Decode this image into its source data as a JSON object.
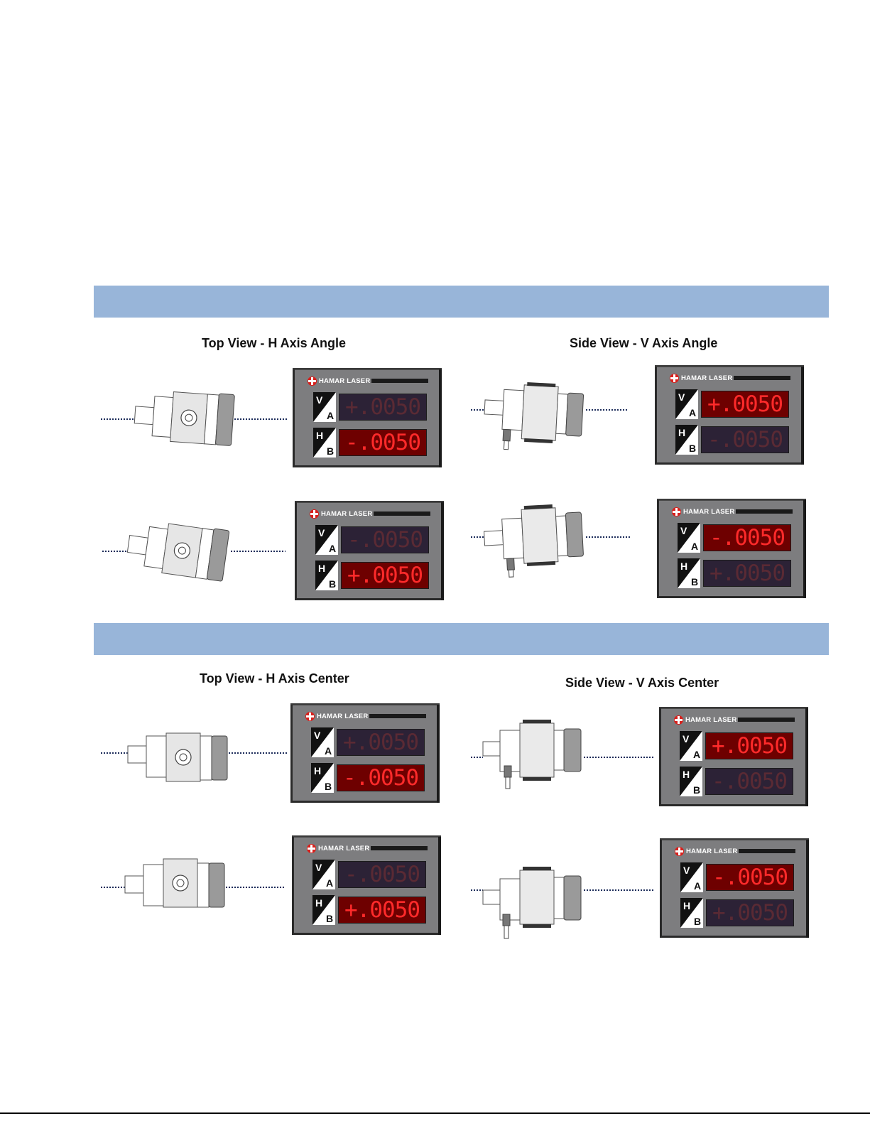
{
  "sections": [
    {
      "left_heading": "Top View - H Axis Angle",
      "right_heading": "Side View - V Axis Angle"
    },
    {
      "left_heading": "Top View - H Axis Center",
      "right_heading": "Side View - V Axis Center"
    }
  ],
  "panel": {
    "brand": "HAMAR LASER",
    "top_axis_upper": "V",
    "top_axis_lower": "A",
    "bottom_axis_upper": "H",
    "bottom_axis_lower": "B"
  },
  "readouts": [
    {
      "a": "+.0050",
      "a_lit": false,
      "b": "-.0050",
      "b_lit": true
    },
    {
      "a": "+.0050",
      "a_lit": true,
      "b": "-.0050",
      "b_lit": false
    },
    {
      "a": "-.0050",
      "a_lit": false,
      "b": "+.0050",
      "b_lit": true
    },
    {
      "a": "-.0050",
      "a_lit": true,
      "b": "+.0050",
      "b_lit": false
    },
    {
      "a": "+.0050",
      "a_lit": false,
      "b": "-.0050",
      "b_lit": true
    },
    {
      "a": "+.0050",
      "a_lit": true,
      "b": "-.0050",
      "b_lit": false
    },
    {
      "a": "-.0050",
      "a_lit": false,
      "b": "+.0050",
      "b_lit": true
    },
    {
      "a": "-.0050",
      "a_lit": true,
      "b": "+.0050",
      "b_lit": false
    }
  ],
  "colors": {
    "band": "#98b5d9",
    "panel": "#7d7d7f",
    "lit_digits": "#ff2a2a",
    "lit_bg": "#6e0000",
    "unlit_digits": "#5a2a34",
    "unlit_bg": "#2c2236"
  }
}
